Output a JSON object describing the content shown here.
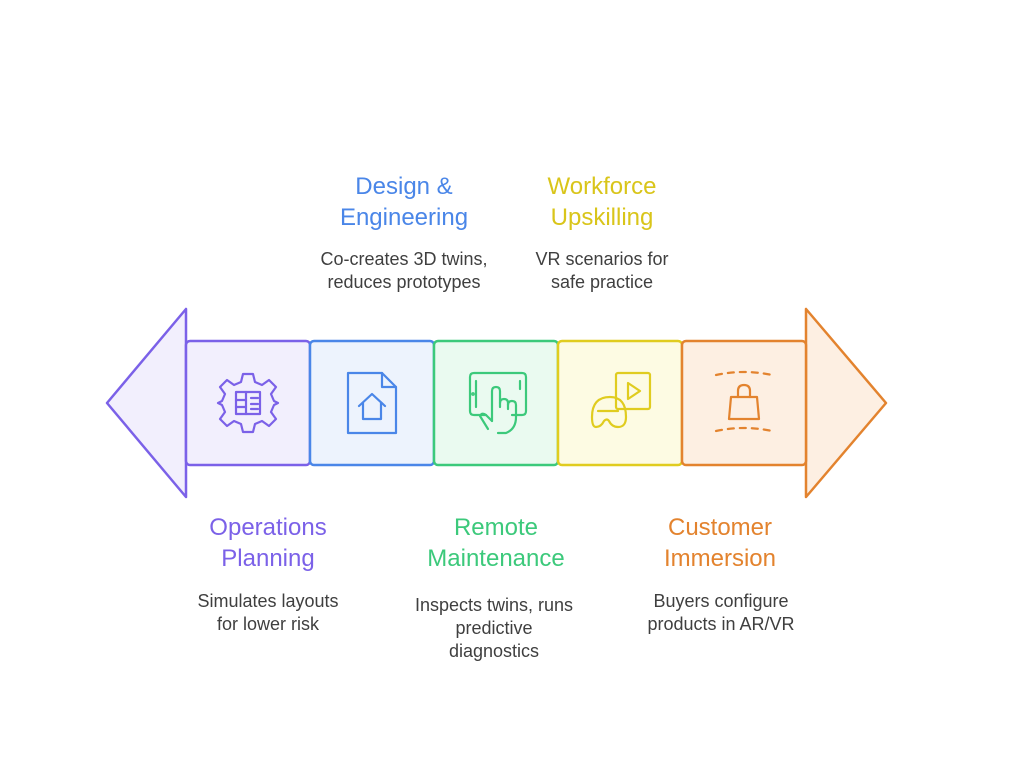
{
  "colors": {
    "purple": "#7B61E8",
    "blue": "#4A86E8",
    "green": "#3CC97B",
    "yellow": "#E0CC1F",
    "orange": "#E3832E"
  },
  "stages": [
    {
      "title": [
        "Operations",
        "Planning"
      ],
      "desc": [
        "Simulates layouts",
        "for lower risk"
      ],
      "icon": "gear-blueprint-icon",
      "color": "#7B61E8"
    },
    {
      "title": [
        "Design &",
        "Engineering"
      ],
      "desc": [
        "Co-creates 3D twins,",
        "reduces prototypes"
      ],
      "icon": "house-document-icon",
      "color": "#4A86E8"
    },
    {
      "title": [
        "Remote",
        "Maintenance"
      ],
      "desc": [
        "Inspects twins, runs",
        "predictive",
        "diagnostics"
      ],
      "icon": "tablet-touch-icon",
      "color": "#3CC97B"
    },
    {
      "title": [
        "Workforce",
        "Upskilling"
      ],
      "desc": [
        "VR scenarios for",
        "safe practice"
      ],
      "icon": "vr-headset-icon",
      "color": "#D9C51A"
    },
    {
      "title": [
        "Customer",
        "Immersion"
      ],
      "desc": [
        "Buyers configure",
        "products in AR/VR"
      ],
      "icon": "shopping-bag-ar-icon",
      "color": "#E3832E"
    }
  ]
}
